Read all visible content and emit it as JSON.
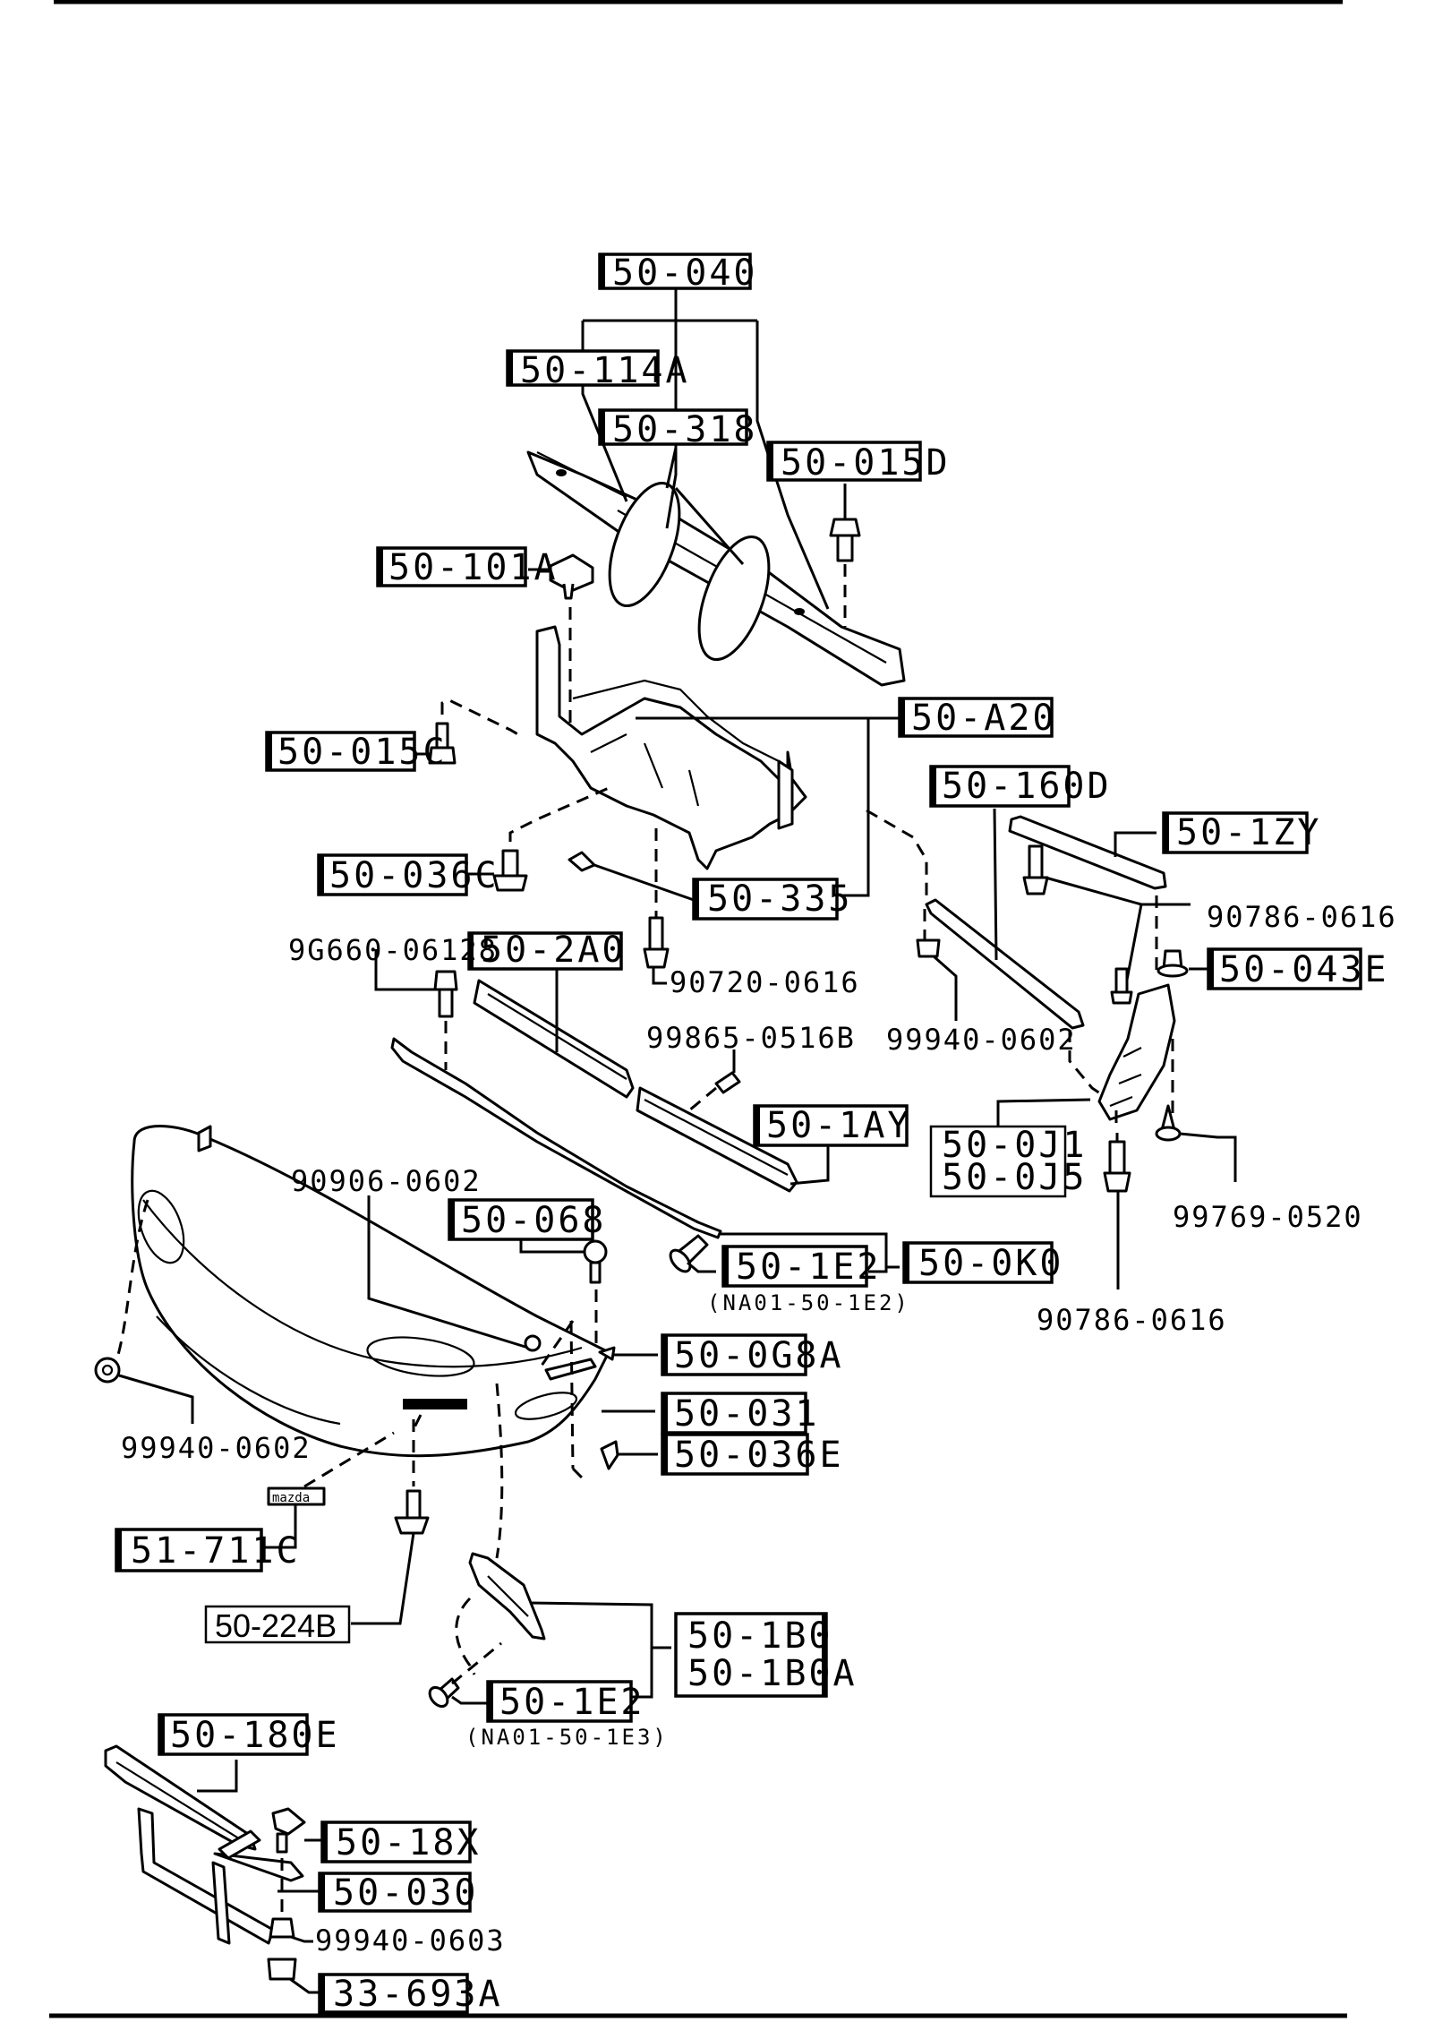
{
  "diagram": {
    "title": "",
    "boxed_labels": {
      "p50_040": "50-040",
      "p50_114A": "50-114A",
      "p50_318": "50-318",
      "p50_015D": "50-015D",
      "p50_101A": "50-101A",
      "p50_A20": "50-A20",
      "p50_015C": "50-015C",
      "p50_160D": "50-160D",
      "p50_1ZY": "50-1ZY",
      "p50_036C": "50-036C",
      "p50_335": "50-335",
      "p50_043E": "50-043E",
      "p50_2A0": "50-2A0",
      "p50_1AY": "50-1AY",
      "p50_0J1": "50-0J1",
      "p50_0J5": "50-0J5",
      "p50_068": "50-068",
      "p50_1E2_top": "50-1E2",
      "p50_0K0": "50-0K0",
      "p50_0G8A": "50-0G8A",
      "p50_031": "50-031",
      "p50_036E": "50-036E",
      "p51_711C": "51-711C",
      "p50_224B": "50-224B",
      "p50_1B0": "50-1B0",
      "p50_1B0A": "50-1B0A",
      "p50_1E2_bottom": "50-1E2",
      "p50_180E": "50-180E",
      "p50_18X": "50-18X",
      "p50_030": "50-030",
      "p33_693A": "33-693A"
    },
    "plain_labels": {
      "n90786_0616_a": "90786-0616",
      "n9G660_06128": "9G660-06128",
      "n90720_0616": "90720-0616",
      "n99865_0516B": "99865-0516B",
      "n99940_0602_a": "99940-0602",
      "n99769_0520": "99769-0520",
      "n90906_0602": "90906-0602",
      "n90786_0616_b": "90786-0616",
      "n99940_0602_b": "99940-0602",
      "n99940_0603": "99940-0603"
    },
    "notes": {
      "note_1E2_top": "(NA01-50-1E2)",
      "note_1E2_bottom": "(NA01-50-1E3)"
    },
    "emblem_text": "mazda"
  }
}
